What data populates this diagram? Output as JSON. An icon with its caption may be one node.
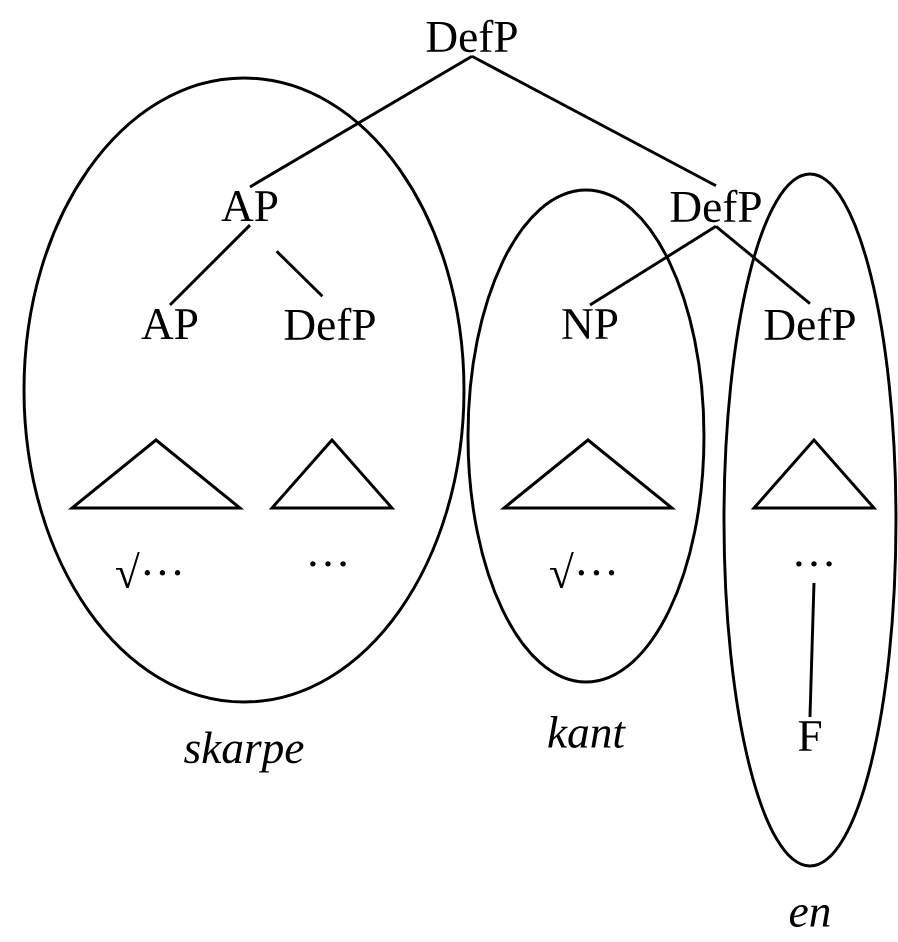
{
  "diagram": {
    "nodes": [
      {
        "text": [
          "DefP"
        ]
      },
      {
        "text": [],
        "shape": "ellipse",
        "beside": [
          "skarpe"
        ]
      },
      {
        "text": [
          "AP"
        ],
        "in": 1
      },
      {
        "text": [
          "DefP"
        ]
      },
      {
        "text": [],
        "shape": "ellipse",
        "beside": [
          "kant"
        ]
      },
      {
        "text": [],
        "shape": "ellipse",
        "beside": [
          "en"
        ]
      },
      {
        "text": [
          "AP"
        ],
        "in": 1
      },
      {
        "text": [
          "DefP"
        ],
        "in": 1
      },
      {
        "text": [
          "NP"
        ],
        "in": 4
      },
      {
        "text": [
          "DefP"
        ],
        "in": 5
      },
      {
        "text": [],
        "shape": "triangle",
        "in": 1
      },
      {
        "text": [],
        "shape": "triangle",
        "in": 1
      },
      {
        "text": [],
        "shape": "triangle",
        "in": 4
      },
      {
        "text": [],
        "shape": "triangle",
        "in": 5
      },
      {
        "text": [
          "√···"
        ],
        "in": 1
      },
      {
        "text": [
          "···"
        ],
        "in": 1
      },
      {
        "text": [
          "√···"
        ],
        "in": 4
      },
      {
        "text": [
          "···"
        ],
        "in": 5
      },
      {
        "text": [
          "F"
        ],
        "in": 5
      }
    ],
    "edges": [
      {
        "from": 0,
        "to": 2,
        "arrow": "none"
      },
      {
        "from": 0,
        "to": 3,
        "arrow": "none"
      },
      {
        "from": 2,
        "to": 6,
        "arrow": "none"
      },
      {
        "from": 2,
        "to": 7,
        "arrow": "none"
      },
      {
        "from": 3,
        "to": 8,
        "arrow": "none"
      },
      {
        "from": 3,
        "to": 9,
        "arrow": "none"
      },
      {
        "from": 17,
        "to": 18,
        "arrow": "none"
      }
    ]
  }
}
